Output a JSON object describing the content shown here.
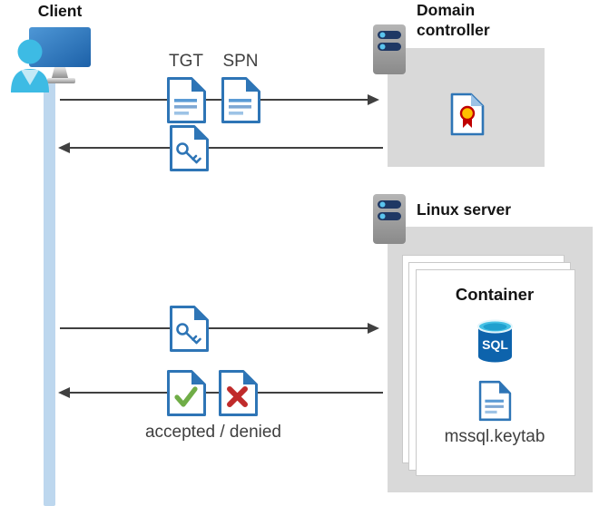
{
  "diagram": {
    "client": {
      "label": "Client"
    },
    "domain_controller": {
      "label": "Domain controller"
    },
    "linux_server": {
      "label": "Linux server"
    },
    "container": {
      "label": "Container",
      "sql_badge": "SQL",
      "keytab_file": "mssql.keytab"
    },
    "messages": {
      "tgt_label": "TGT",
      "spn_label": "SPN",
      "response_label": "accepted / denied"
    },
    "colors": {
      "doc_blue": "#2E75B6",
      "accent_cyan": "#3DBBE4",
      "band_blue": "#BDD7EE",
      "box_gray": "#D9D9D9",
      "arrow_gray": "#404040",
      "check_green": "#70AD47",
      "cross_red": "#C02B2B",
      "ribbon_gold": "#FFC000",
      "ribbon_red": "#C00000",
      "sql_blue": "#0D63AC"
    },
    "icons": [
      "client-user-monitor-icon",
      "server-icon",
      "ticket-document-icon",
      "key-document-icon",
      "certificate-document-icon",
      "accepted-document-icon",
      "denied-document-icon",
      "sql-database-icon",
      "keytab-document-icon"
    ]
  }
}
